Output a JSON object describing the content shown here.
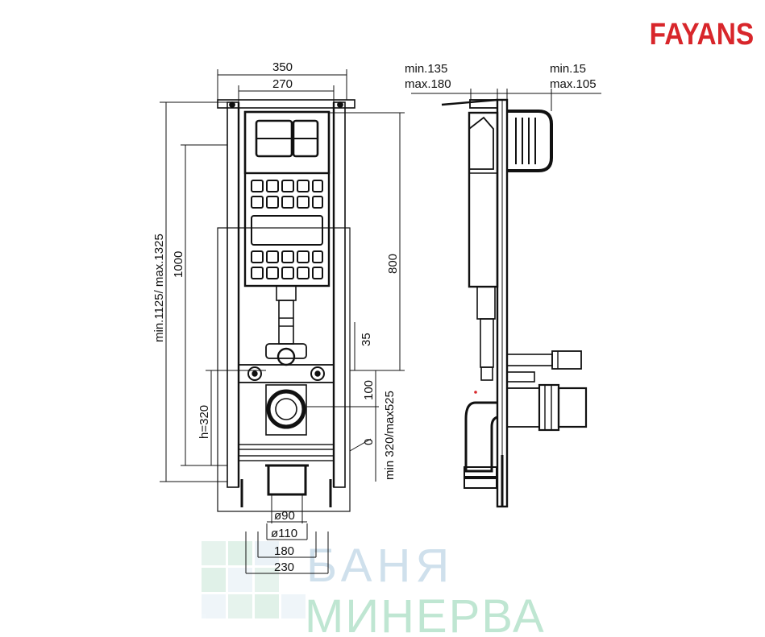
{
  "brand": {
    "logo": "FAYANS",
    "color": "#d8262b"
  },
  "watermark": {
    "line1": "БАНЯ",
    "line2": "МИНЕРВА"
  },
  "front_view": {
    "width_outer": "350",
    "width_inner": "270",
    "height_total": "min.1125/ max.1325",
    "height_1000": "1000",
    "height_800": "800",
    "dim_35": "35",
    "dim_100": "100",
    "h_320": "h=320",
    "min_max": "min 320/max525",
    "zero": "0",
    "d90": "ø90",
    "d110": "ø110",
    "w180": "180",
    "w230": "230"
  },
  "side_view": {
    "depth_min": "min.135",
    "depth_max": "max.180",
    "wall_min": "min.15",
    "wall_max": "max.105"
  }
}
